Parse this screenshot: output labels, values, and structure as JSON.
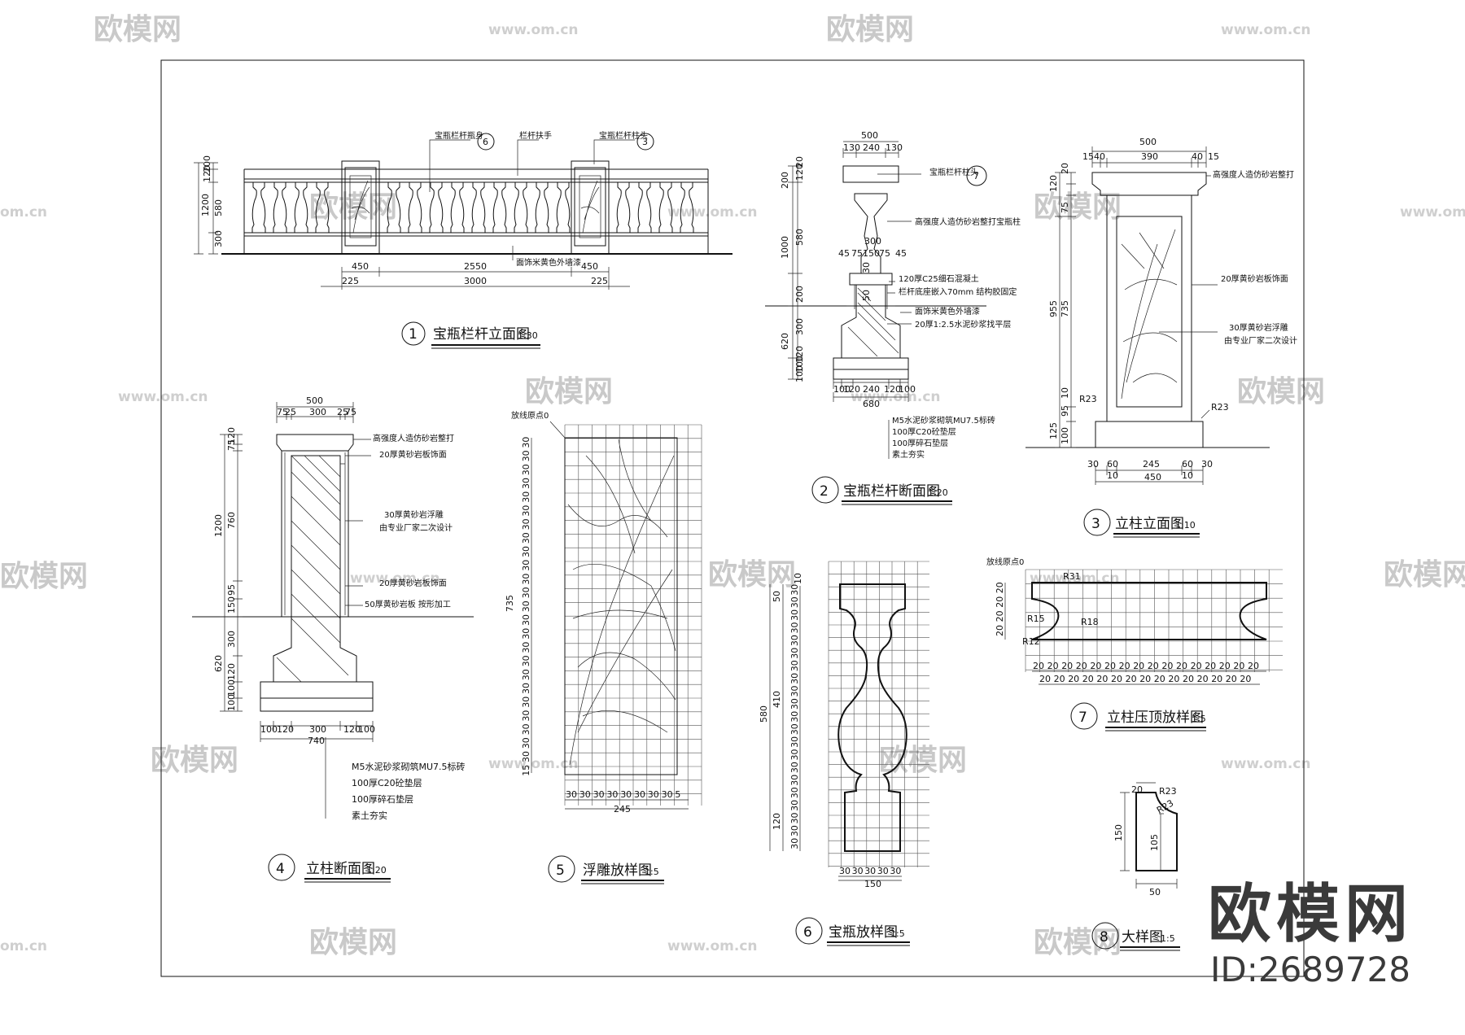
{
  "sheet": {
    "watermark_cn": "欧模网",
    "watermark_url": "www.om.cn",
    "watermark_url_short": "om.cn",
    "brand_name": "欧模网",
    "brand_id": "ID:2689728"
  },
  "views": {
    "v1": {
      "title": "宝瓶栏杆立面图",
      "num": "1",
      "scale": "1:30",
      "labels": {
        "a": "宝瓶栏杆瓶身",
        "a_ref": "6",
        "b": "栏杆扶手",
        "c": "宝瓶栏杆柱头",
        "c_ref": "3",
        "d": "面饰米黄色外墙漆"
      },
      "dims": {
        "d450a": "450",
        "d2550": "2550",
        "d450b": "450",
        "d225a": "225",
        "d3000": "3000",
        "d225b": "225",
        "v1200": "1200",
        "v580": "580",
        "v300": "300",
        "v120": "120",
        "v200": "200"
      }
    },
    "v2": {
      "title": "宝瓶栏杆断面图",
      "num": "2",
      "scale": "1:20",
      "labels": {
        "a": "宝瓶栏杆柱头",
        "a_ref": "7",
        "b": "高强度人造仿砂岩整打宝瓶柱",
        "c": "120厚C25细石混凝土",
        "d": "栏杆底座嵌入70mm 结构胶固定",
        "e": "面饰米黄色外墙漆",
        "f": "20厚1:2.5水泥砂浆找平层",
        "g": "M5水泥砂浆砌筑MU7.5标砖",
        "h": "100厚C20砼垫层",
        "i": "100厚碎石垫层",
        "j": "素土夯实"
      },
      "dims": {
        "t500": "500",
        "t130a": "130",
        "t240": "240",
        "t130b": "130",
        "m45a": "45",
        "m75a": "75",
        "m150": "150",
        "m75b": "75",
        "m45b": "45",
        "b100a": "100",
        "b120a": "120",
        "b240": "240",
        "b120b": "120",
        "b100b": "100",
        "b680": "680",
        "v200": "200",
        "v120": "120",
        "v20a": "20",
        "v580": "580",
        "v1000": "1000",
        "v200b": "200",
        "v300": "300",
        "v620": "620",
        "v120b": "120",
        "v100a": "100",
        "v100b": "100",
        "v50": "50",
        "v30": "30",
        "v300b": "300"
      }
    },
    "v3": {
      "title": "立柱立面图",
      "num": "3",
      "scale": "1:10",
      "labels": {
        "a": "高强度人造仿砂岩整打",
        "b": "20厚黄砂岩板饰面",
        "c": "30厚黄砂岩浮雕",
        "d": "由专业厂家二次设计"
      },
      "dims": {
        "t500": "500",
        "t15a": "15",
        "t40a": "40",
        "t390": "390",
        "t40b": "40",
        "t15b": "15",
        "b30a": "30",
        "b60a": "60",
        "b245": "245",
        "b60b": "60",
        "b30b": "30",
        "b10a": "10",
        "b450": "450",
        "b10b": "10",
        "v955": "955",
        "v735": "735",
        "v120": "120",
        "v125": "125",
        "v100": "100",
        "v20": "20",
        "v75": "75",
        "v95": "95",
        "v10": "10",
        "r23a": "R23",
        "r23b": "R23"
      }
    },
    "v4": {
      "title": "立柱断面图",
      "num": "4",
      "scale": "1:20",
      "labels": {
        "a": "高强度人造仿砂岩整打",
        "b": "20厚黄砂岩板饰面",
        "c": "30厚黄砂岩浮雕",
        "d": "由专业厂家二次设计",
        "e": "20厚黄砂岩板饰面",
        "f": "50厚黄砂岩板 按形加工",
        "g": "M5水泥砂浆砌筑MU7.5标砖",
        "h": "100厚C20砼垫层",
        "i": "100厚碎石垫层",
        "j": "素土夯实"
      },
      "dims": {
        "t500": "500",
        "t75": "75",
        "t25a": "25",
        "t300": "300",
        "t25b": "25",
        "t75b": "75",
        "b100a": "100",
        "b120a": "120",
        "b300": "300",
        "b120b": "120",
        "b100b": "100",
        "b740": "740",
        "v1200": "1200",
        "v760": "760",
        "v95": "95",
        "v150": "150",
        "v620": "620",
        "v300": "300",
        "v120": "120",
        "v100a": "100",
        "v100b": "100",
        "v75": "75",
        "v120t": "120"
      }
    },
    "v5": {
      "title": "浮雕放样图",
      "num": "5",
      "scale": "1:5",
      "labels": {
        "origin": "放线原点0"
      },
      "dims": {
        "cell": "30",
        "last": "15",
        "bottom_last": "5",
        "v735": "735",
        "b245": "245"
      }
    },
    "v6": {
      "title": "宝瓶放样图",
      "num": "6",
      "scale": "1:5",
      "dims": {
        "cell": "30",
        "v580": "580",
        "v410": "410",
        "v50": "50",
        "v120": "120",
        "v10": "10",
        "b150": "150"
      }
    },
    "v7": {
      "title": "立柱压顶放样图",
      "num": "7",
      "scale": "1:5",
      "labels": {
        "origin": "放线原点0"
      },
      "dims": {
        "cell": "20",
        "r31": "R31",
        "r15": "R15",
        "r18": "R18",
        "r12": "R12"
      }
    },
    "v8": {
      "title": "大样图",
      "num": "8",
      "scale": "1:5",
      "dims": {
        "t20": "20",
        "r23a": "R23",
        "r23b": "R23",
        "v150": "150",
        "v105": "105",
        "b50": "50"
      }
    }
  }
}
